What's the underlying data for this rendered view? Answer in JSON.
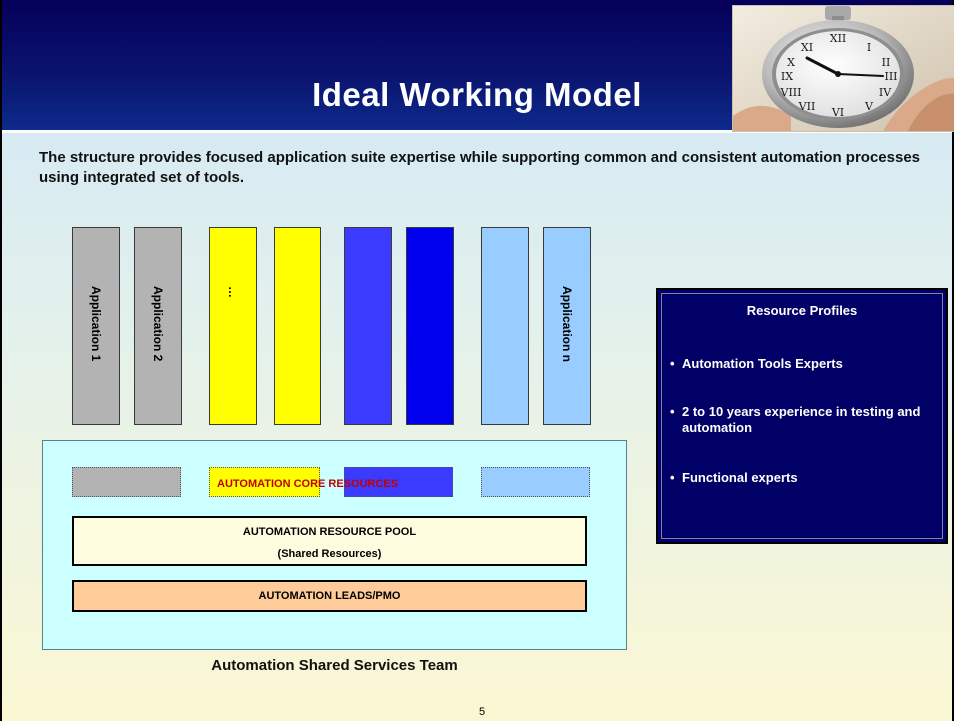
{
  "slide": {
    "title": "Ideal Working Model",
    "intro": "The structure provides focused application suite expertise while supporting common and consistent automation processes using integrated set of tools.",
    "page_number": "5"
  },
  "columns": [
    {
      "label": "Application 1",
      "color": "#b3b3b3"
    },
    {
      "label": "Application 2",
      "color": "#b3b3b3"
    },
    {
      "label": "…",
      "color": "#ffff00"
    },
    {
      "label": "",
      "color": "#ffff00"
    },
    {
      "label": "",
      "color": "#3b3bff"
    },
    {
      "label": "",
      "color": "#0000ee"
    },
    {
      "label": "",
      "color": "#99ccff"
    },
    {
      "label": "Application n",
      "color": "#99ccff"
    }
  ],
  "shared_services": {
    "core_resources_label": "AUTOMATION CORE RESOURCES",
    "pool_title": "AUTOMATION RESOURCE POOL",
    "pool_subtitle": "(Shared Resources)",
    "leads_label": "AUTOMATION LEADS/PMO",
    "team_label": "Automation Shared Services Team",
    "container_color": "#ccffff",
    "pool_color": "#fffde0",
    "leads_color": "#ffcc99"
  },
  "resource_profiles": {
    "title": "Resource Profiles",
    "bullet": "•",
    "items": [
      "Automation Tools Experts",
      "2 to 10 years experience in testing and automation",
      "Functional experts"
    ],
    "background": "#000066"
  },
  "colors": {
    "header_bg": "#05005a",
    "core_label": "#c00000"
  }
}
